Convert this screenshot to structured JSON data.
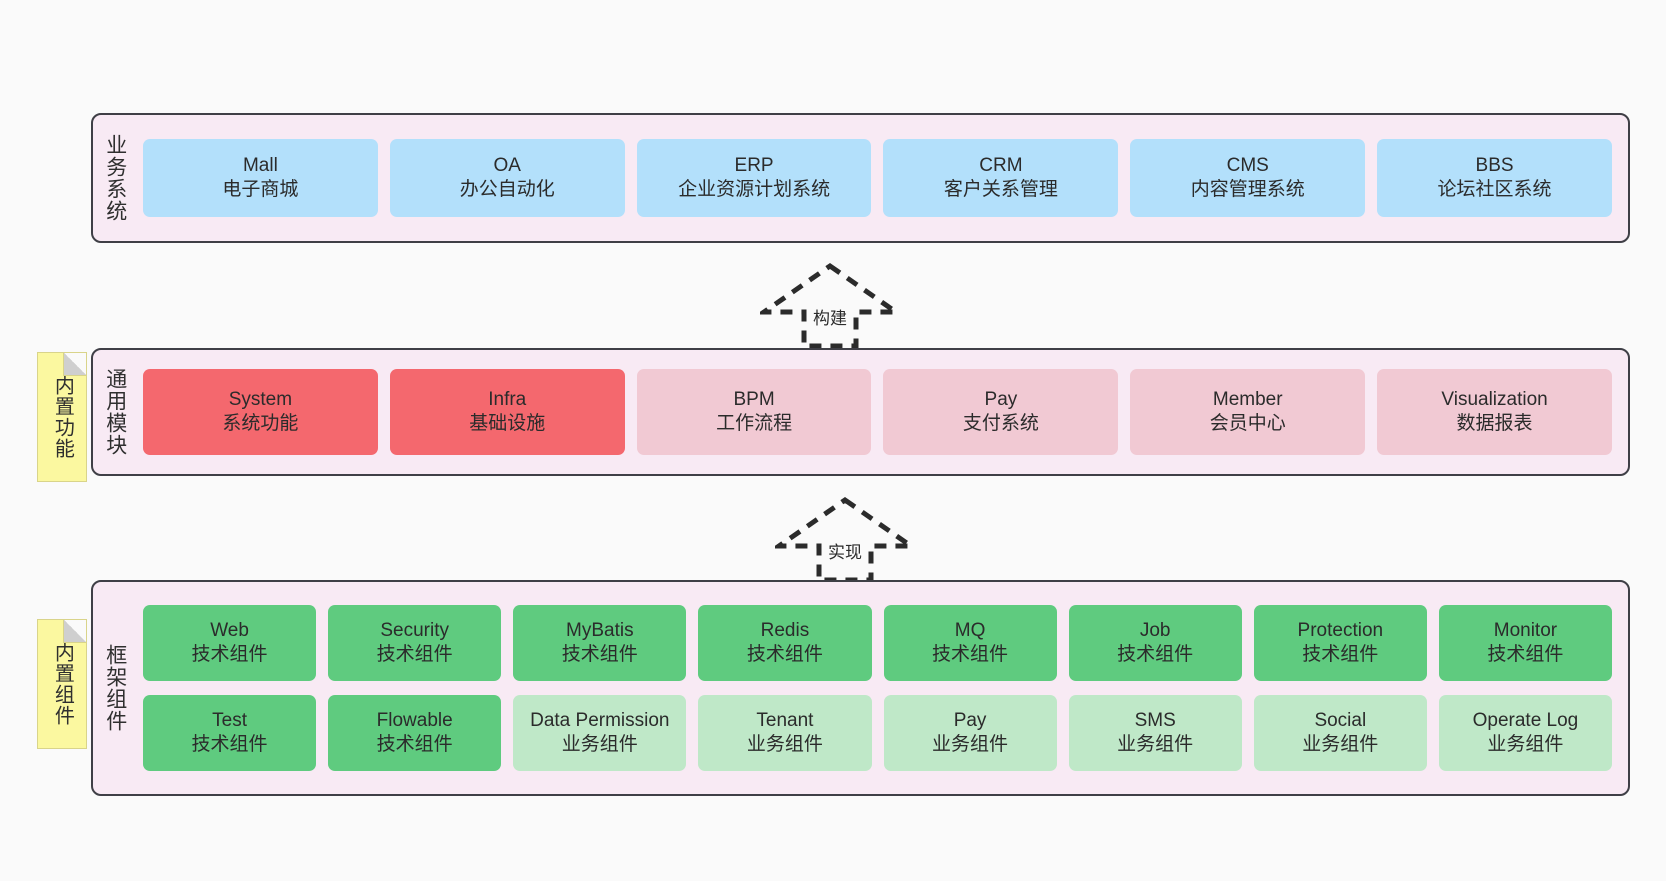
{
  "diagram": {
    "background": "#fafafa",
    "panel_fill": "#f8eaf4",
    "panel_border": "#3f3f46",
    "colors": {
      "business": "#b3e0fb",
      "module": "#f1c9d3",
      "module_highlight": "#f4686e",
      "tech_component": "#5fcb7f",
      "business_component": "#bfe8c8",
      "note": "#fbf8a0"
    }
  },
  "layers": {
    "business": {
      "title": "业务系统",
      "cards": [
        {
          "name": "Mall",
          "desc": "电子商城"
        },
        {
          "name": "OA",
          "desc": "办公自动化"
        },
        {
          "name": "ERP",
          "desc": "企业资源计划系统"
        },
        {
          "name": "CRM",
          "desc": "客户关系管理"
        },
        {
          "name": "CMS",
          "desc": "内容管理系统"
        },
        {
          "name": "BBS",
          "desc": "论坛社区系统"
        }
      ]
    },
    "modules": {
      "title": "通用模块",
      "note": "内置功能",
      "cards": [
        {
          "name": "System",
          "desc": "系统功能",
          "highlight": true
        },
        {
          "name": "Infra",
          "desc": "基础设施",
          "highlight": true
        },
        {
          "name": "BPM",
          "desc": "工作流程",
          "highlight": false
        },
        {
          "name": "Pay",
          "desc": "支付系统",
          "highlight": false
        },
        {
          "name": "Member",
          "desc": "会员中心",
          "highlight": false
        },
        {
          "name": "Visualization",
          "desc": "数据报表",
          "highlight": false
        }
      ]
    },
    "framework": {
      "title": "框架组件",
      "note": "内置组件",
      "row_tech": [
        {
          "name": "Web",
          "desc": "技术组件"
        },
        {
          "name": "Security",
          "desc": "技术组件"
        },
        {
          "name": "MyBatis",
          "desc": "技术组件"
        },
        {
          "name": "Redis",
          "desc": "技术组件"
        },
        {
          "name": "MQ",
          "desc": "技术组件"
        },
        {
          "name": "Job",
          "desc": "技术组件"
        },
        {
          "name": "Protection",
          "desc": "技术组件"
        },
        {
          "name": "Monitor",
          "desc": "技术组件"
        }
      ],
      "row_business": [
        {
          "name": "Test",
          "desc": "技术组件",
          "kind": "tech"
        },
        {
          "name": "Flowable",
          "desc": "技术组件",
          "kind": "tech"
        },
        {
          "name": "Data Permission",
          "desc": "业务组件",
          "kind": "business"
        },
        {
          "name": "Tenant",
          "desc": "业务组件",
          "kind": "business"
        },
        {
          "name": "Pay",
          "desc": "业务组件",
          "kind": "business"
        },
        {
          "name": "SMS",
          "desc": "业务组件",
          "kind": "business"
        },
        {
          "name": "Social",
          "desc": "业务组件",
          "kind": "business"
        },
        {
          "name": "Operate Log",
          "desc": "业务组件",
          "kind": "business"
        }
      ]
    }
  },
  "arrows": {
    "build": "构建",
    "implement": "实现"
  }
}
